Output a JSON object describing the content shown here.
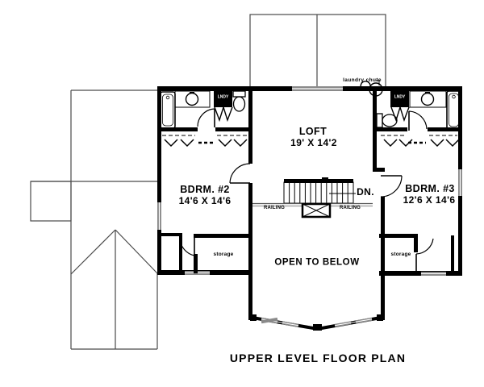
{
  "title": "UPPER LEVEL FLOOR PLAN",
  "rooms": {
    "loft": {
      "name": "LOFT",
      "dims": "19' X 14'2"
    },
    "bdrm2": {
      "name": "BDRM. #2",
      "dims": "14'6 X 14'6"
    },
    "bdrm3": {
      "name": "BDRM. #3",
      "dims": "12'6 X 14'6"
    },
    "open_to_below": {
      "name": "OPEN TO BELOW"
    }
  },
  "labels": {
    "down": "DN.",
    "railing": "RAILING",
    "storage": "storage",
    "laundry_closet": "LNDY",
    "laundry_chute": "laundry chute"
  },
  "fixtures": [
    "bathtub-icon",
    "toilet-icon",
    "sink-icon",
    "laundry-closet",
    "laundry-chute-icon",
    "stairs",
    "railing",
    "bay-window",
    "storage-closet"
  ],
  "colors": {
    "wall": "#000000",
    "window_glass": "#8a8a8a",
    "roof_line": "#4a4a4a",
    "background": "#ffffff",
    "text": "#000000"
  }
}
